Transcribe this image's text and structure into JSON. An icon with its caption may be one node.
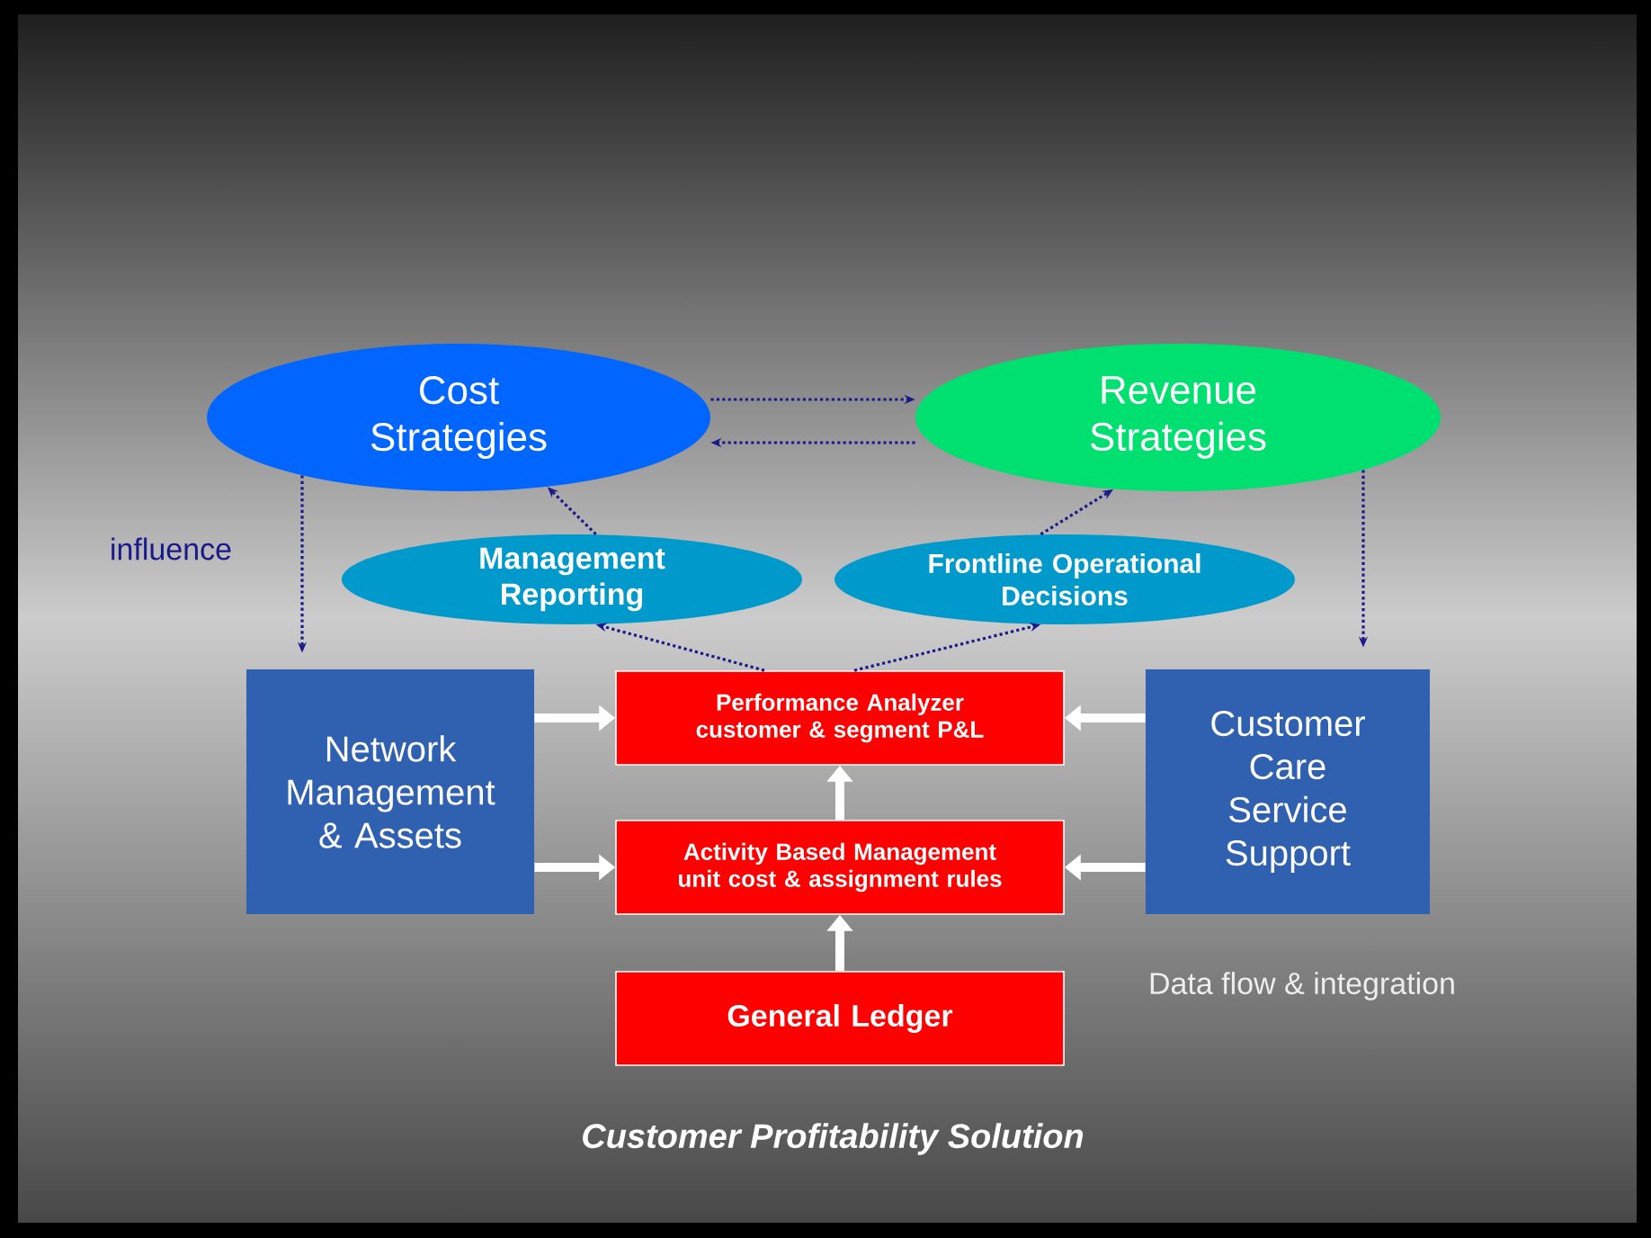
{
  "diagram": {
    "caption": "Customer Profitability Solution",
    "nodes": [
      {
        "text": [
          "Cost Strategies"
        ]
      },
      {
        "text": [
          "Revenue Strategies"
        ]
      },
      {
        "text": [
          "Management Reporting"
        ]
      },
      {
        "text": [
          "Frontline Operational Decisions"
        ]
      },
      {
        "text": [
          "Network Management & Assets"
        ]
      },
      {
        "text": [
          "Performance Analyzer customer & segment P&L"
        ]
      },
      {
        "text": [
          "Customer Care Service Support"
        ]
      },
      {
        "text": [
          "Activity Based Management unit cost & assignment rules"
        ]
      },
      {
        "text": [
          "General Ledger"
        ]
      }
    ],
    "edges": [
      {
        "from": 0,
        "to": 1,
        "arrow": "to",
        "style": "dashed"
      },
      {
        "from": 1,
        "to": 0,
        "arrow": "to",
        "style": "dashed"
      },
      {
        "from": 2,
        "to": 0,
        "arrow": "to",
        "style": "dashed"
      },
      {
        "from": 3,
        "to": 1,
        "arrow": "to",
        "style": "dashed"
      },
      {
        "from": 5,
        "to": 2,
        "arrow": "to",
        "style": "dashed"
      },
      {
        "from": 5,
        "to": 3,
        "arrow": "to",
        "style": "dashed"
      },
      {
        "from": 0,
        "to": 4,
        "arrow": "to",
        "style": "dashed"
      },
      {
        "from": 1,
        "to": 6,
        "arrow": "to",
        "style": "dashed"
      },
      {
        "from": 4,
        "to": 5,
        "arrow": "to",
        "style": "thick",
        "color": "#ffffff"
      },
      {
        "from": 4,
        "to": 7,
        "arrow": "to",
        "style": "thick",
        "color": "#ffffff"
      },
      {
        "from": 6,
        "to": 5,
        "arrow": "to",
        "style": "thick",
        "color": "#ffffff"
      },
      {
        "from": 6,
        "to": 7,
        "arrow": "to",
        "style": "thick",
        "color": "#ffffff"
      },
      {
        "from": 7,
        "to": 5,
        "arrow": "to",
        "style": "thick",
        "color": "#ffffff"
      },
      {
        "from": 8,
        "to": 7,
        "arrow": "to",
        "style": "thick",
        "color": "#ffffff"
      }
    ],
    "labels": [
      "influence",
      "Data flow & integration"
    ]
  }
}
